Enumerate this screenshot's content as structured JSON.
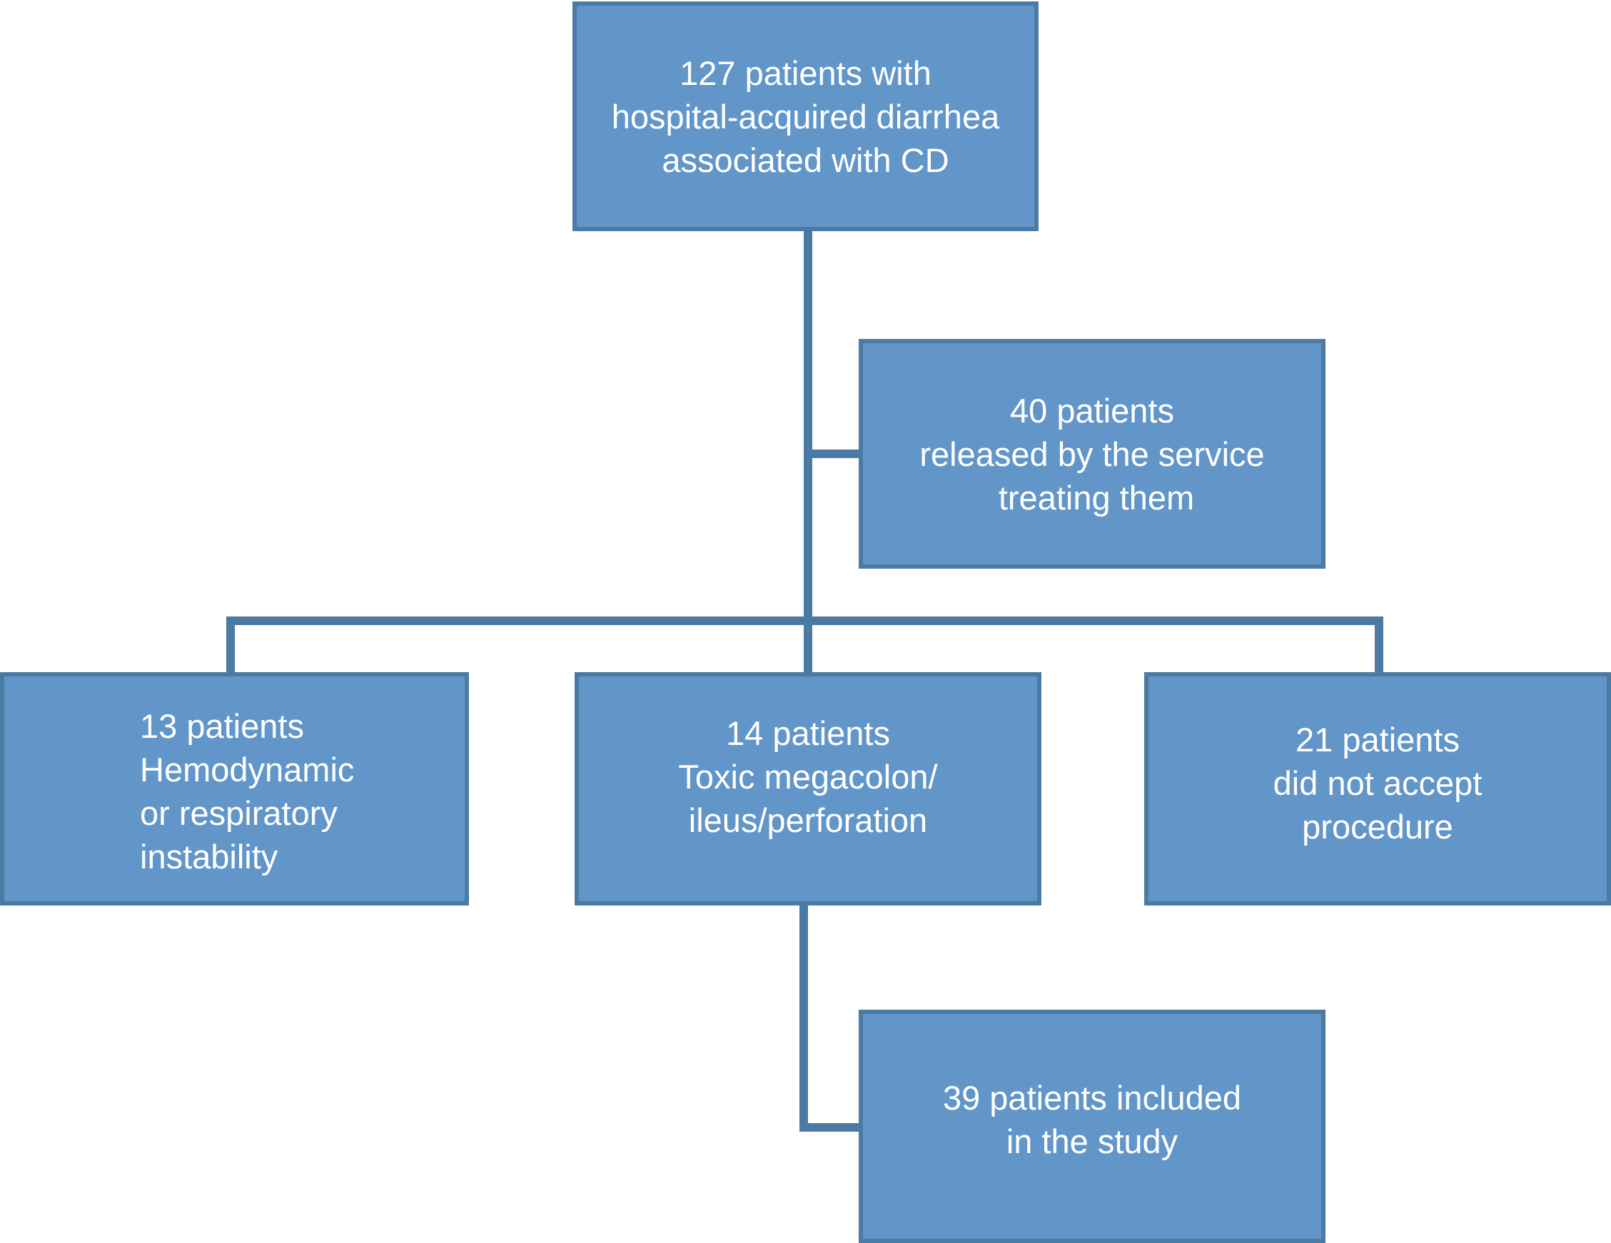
{
  "diagram": {
    "colors": {
      "box_fill": "#6296c9",
      "box_border": "#4b7aa3",
      "connector": "#4b7aa3",
      "text": "#ffffff"
    },
    "nodes": {
      "root": {
        "lines": [
          "127 patients with",
          "hospital-acquired diarrhea",
          "associated with CD"
        ]
      },
      "released": {
        "lines": [
          "40 patients",
          "released by the service",
          "treating them"
        ]
      },
      "hemodynamic": {
        "lines": [
          "13 patients",
          "Hemodynamic",
          "or respiratory",
          "instability"
        ]
      },
      "toxic": {
        "lines": [
          "14 patients",
          "Toxic megacolon/",
          "ileus/perforation"
        ]
      },
      "declined": {
        "lines": [
          "21 patients",
          "did not accept",
          "procedure"
        ]
      },
      "included": {
        "lines": [
          "39 patients included",
          "in the study"
        ]
      }
    }
  }
}
